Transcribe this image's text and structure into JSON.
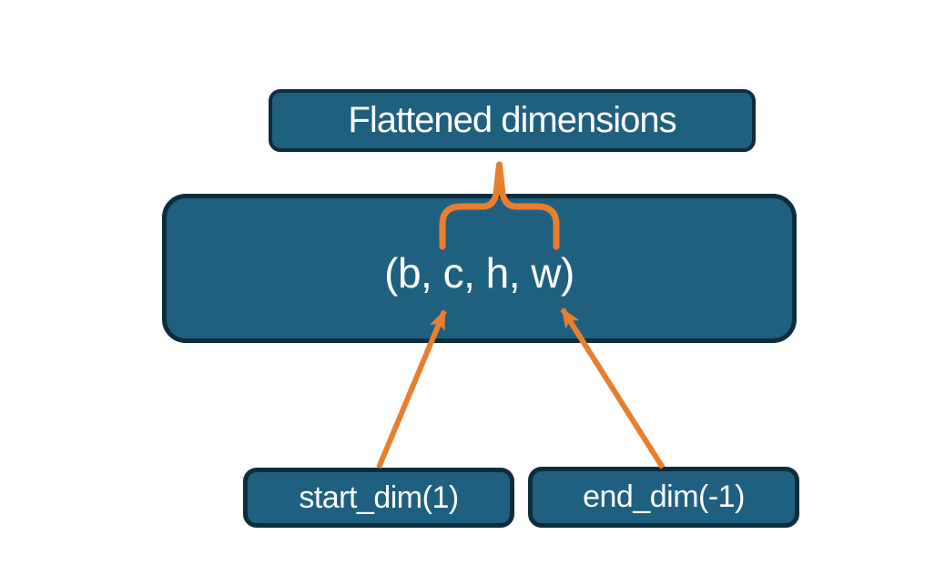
{
  "nodes": {
    "flattened": {
      "label": "Flattened dimensions"
    },
    "tensor": {
      "label": "(b, c, h, w)"
    },
    "start_dim": {
      "label": "start_dim(1)"
    },
    "end_dim": {
      "label": "end_dim(-1)"
    }
  },
  "connectors": {
    "brace": {
      "kind": "upward-brace",
      "spans": "c to w",
      "points_to": "Flattened dimensions"
    },
    "arrow_start": {
      "kind": "arrow",
      "from": "start_dim(1)",
      "to": "c"
    },
    "arrow_end": {
      "kind": "arrow",
      "from": "end_dim(-1)",
      "to": "w"
    }
  },
  "colors": {
    "background": "#ffffff",
    "node_fill": "#1f6080",
    "node_border": "#0e2c3c",
    "text": "#ffffff",
    "connector_orange": "#e87f2f"
  }
}
